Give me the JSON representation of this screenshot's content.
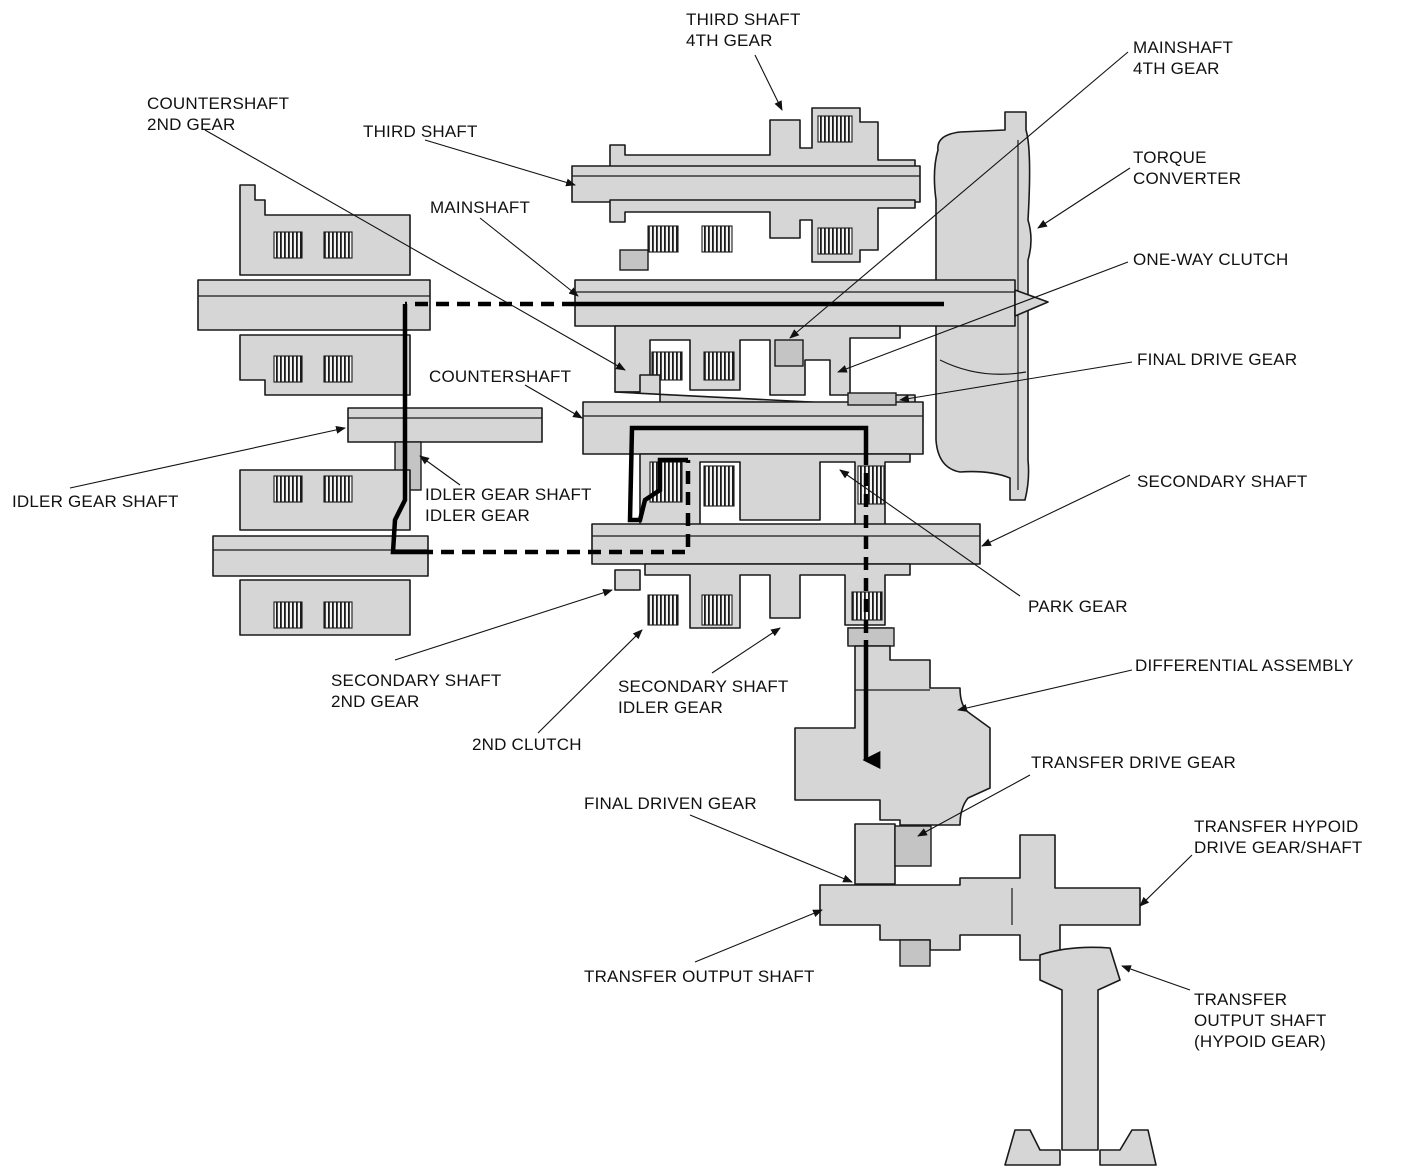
{
  "labels": {
    "third_shaft_4th_gear": [
      "THIRD SHAFT",
      "4TH GEAR"
    ],
    "mainshaft_4th_gear": [
      "MAINSHAFT",
      "4TH GEAR"
    ],
    "countershaft_2nd_gear": [
      "COUNTERSHAFT",
      "2ND GEAR"
    ],
    "third_shaft": [
      "THIRD SHAFT"
    ],
    "torque_converter": [
      "TORQUE",
      "CONVERTER"
    ],
    "mainshaft": [
      "MAINSHAFT"
    ],
    "one_way_clutch": [
      "ONE-WAY CLUTCH"
    ],
    "final_drive_gear": [
      "FINAL DRIVE GEAR"
    ],
    "countershaft": [
      "COUNTERSHAFT"
    ],
    "idler_gear_shaft": [
      "IDLER GEAR SHAFT"
    ],
    "idler_gear_shaft_idler_gear": [
      "IDLER GEAR SHAFT",
      "IDLER GEAR"
    ],
    "secondary_shaft": [
      "SECONDARY SHAFT"
    ],
    "park_gear": [
      "PARK GEAR"
    ],
    "secondary_shaft_2nd_gear": [
      "SECONDARY SHAFT",
      "2ND GEAR"
    ],
    "secondary_shaft_idler_gear": [
      "SECONDARY SHAFT",
      "IDLER GEAR"
    ],
    "differential_assembly": [
      "DIFFERENTIAL ASSEMBLY"
    ],
    "2nd_clutch": [
      "2ND CLUTCH"
    ],
    "transfer_drive_gear": [
      "TRANSFER DRIVE GEAR"
    ],
    "final_driven_gear": [
      "FINAL DRIVEN GEAR"
    ],
    "transfer_hypoid_drive_gear_shaft": [
      "TRANSFER HYPOID",
      "DRIVE GEAR/SHAFT"
    ],
    "transfer_output_shaft": [
      "TRANSFER OUTPUT SHAFT"
    ],
    "transfer_output_shaft_hypoid_gear": [
      "TRANSFER",
      "OUTPUT SHAFT",
      "(HYPOID GEAR)"
    ]
  },
  "colors": {
    "part_fill": "#d6d6d6",
    "outline": "#1a1a1a",
    "power_flow": "#000000"
  }
}
